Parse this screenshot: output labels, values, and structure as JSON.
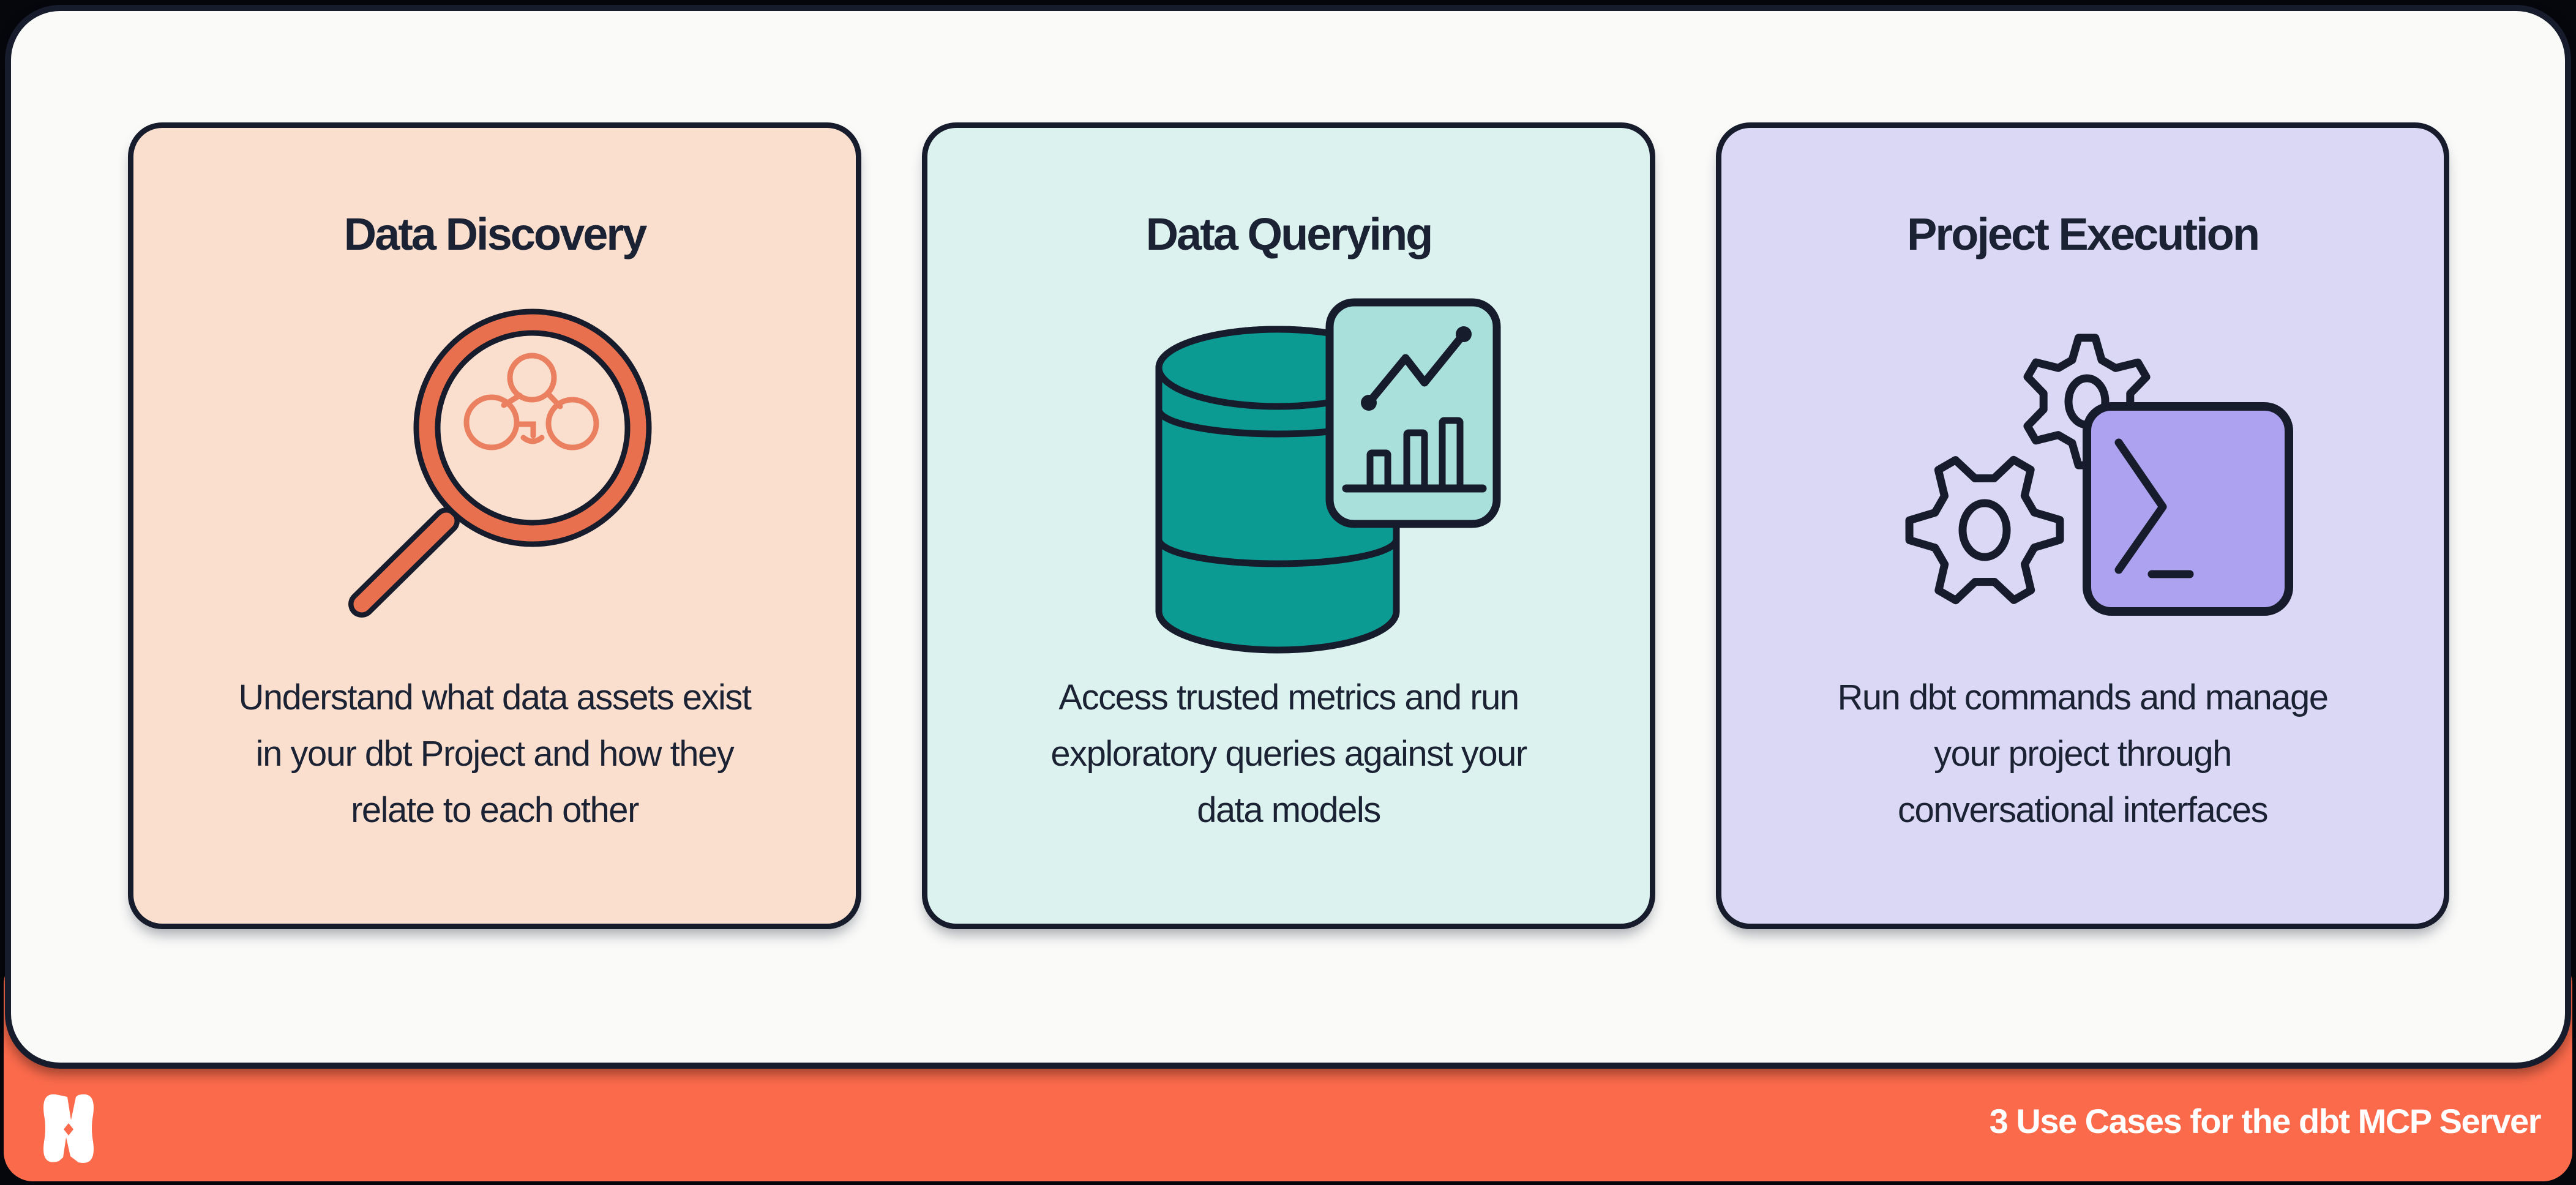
{
  "theme": {
    "page_bg": "#05070C",
    "panel_bg": "#FAFAF9",
    "outline": "#161C2C",
    "text": "#1B2233",
    "icon_orange": "#E9704E",
    "lineage_orange": "#EA8060",
    "teal": "#0B9B93",
    "mint": "#A9E0DC",
    "terminal_purple": "#ACA2EF",
    "footer_text": "#FFFFFF"
  },
  "cards": [
    {
      "title": "Data Discovery",
      "body": "Understand what data assets exist\nin your dbt Project and how they\nrelate to each other",
      "bg": "#FBDFCE",
      "icon": "magnifying-glass-lineage-icon"
    },
    {
      "title": "Data Querying",
      "body": "Access trusted metrics and run\nexploratory queries against your\ndata models",
      "bg": "#DBF2EF",
      "icon": "database-analytics-chart-icon"
    },
    {
      "title": "Project Execution",
      "body": "Run dbt commands and manage\nyour project through\nconversational interfaces",
      "bg": "#DBD8F6",
      "icon": "gears-terminal-icon"
    }
  ],
  "footer": {
    "label": "3 Use Cases for the dbt MCP Server",
    "bg": "#FB6A4B",
    "logo": "dbt-logo"
  }
}
